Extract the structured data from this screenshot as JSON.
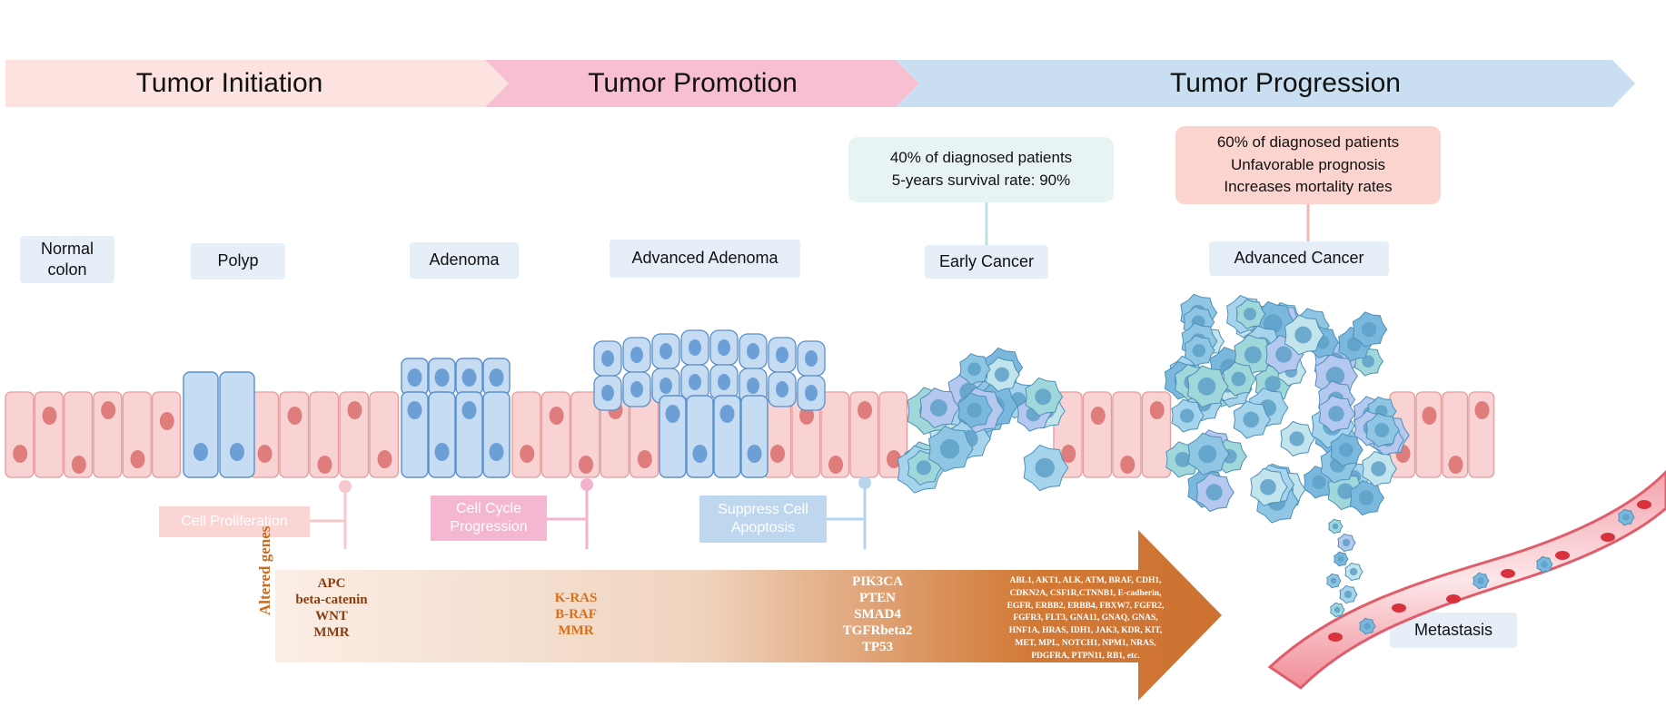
{
  "phases": [
    {
      "label": "Tumor Initiation",
      "color": "#fde3df"
    },
    {
      "label": "Tumor Promotion",
      "color": "#f8bfd3"
    },
    {
      "label": "Tumor Progression",
      "color": "#c9dff1"
    }
  ],
  "stages": {
    "normal": "Normal colon",
    "polyp": "Polyp",
    "adenoma": "Adenoma",
    "advanced_adenoma": "Advanced Adenoma",
    "early_cancer": "Early Cancer",
    "advanced_cancer": "Advanced Cancer",
    "metastasis": "Metastasis"
  },
  "stats": {
    "early": {
      "line1": "40% of diagnosed patients",
      "line2": "5-years survival rate: 90%",
      "color": "#e8f4f4"
    },
    "advanced": {
      "line1": "60% of diagnosed patients",
      "line2": "Unfavorable prognosis",
      "line3": "Increases mortality rates",
      "color": "#fbd3cf"
    }
  },
  "processes": {
    "proliferation": {
      "label": "Cell Proliferation",
      "color": "#fbd5d3"
    },
    "cell_cycle": {
      "line1": "Cell Cycle",
      "line2": "Progression",
      "color": "#f4b6d0"
    },
    "apoptosis": {
      "line1": "Suppress Cell",
      "line2": "Apoptosis",
      "color": "#bed7ef"
    }
  },
  "genes": {
    "axis_label": "Altered genes",
    "initiation": [
      "APC",
      "beta-catenin",
      "WNT",
      "MMR"
    ],
    "promotion": [
      "K-RAS",
      "B-RAF",
      "MMR"
    ],
    "progression": [
      "PIK3CA",
      "PTEN",
      "SMAD4",
      "TGFRbeta2",
      "TP53"
    ],
    "late": [
      "ABL1, AKT1, ALK, ATM, BRAF, CDH1,",
      "CDKN2A, CSF1R,CTNNB1, E-cadherin,",
      "EGFR, ERBB2, ERBB4, FBXW7, FGFR2,",
      "FGFR3, FLT3, GNA11, GNAQ, GNAS,",
      "HNF1A, HRAS, IDH1, JAK3, KDR, KIT,",
      "MET, MPL, NOTCH1, NPM1, NRAS,",
      "PDGFRA, PTPN11, RB1, etc."
    ]
  },
  "colors": {
    "epithelium": "#f9d3d3",
    "nucleus_pink": "#df7d7d",
    "cell_blue": "#c6dcf3",
    "nucleus_blue": "#6b9fd6",
    "gene_arrow": "#d27935"
  }
}
